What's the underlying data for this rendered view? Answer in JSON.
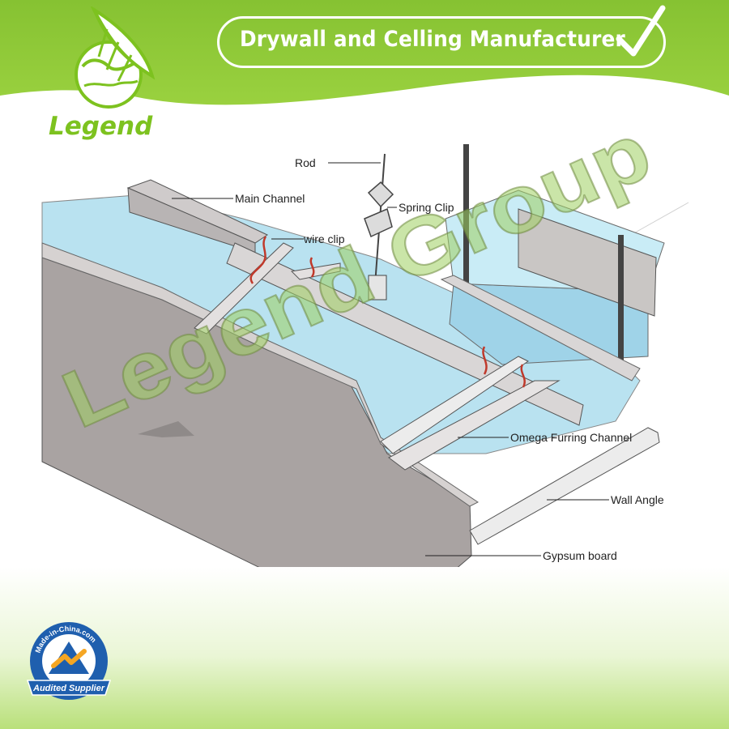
{
  "header": {
    "title": "Drywall and Celling Manufacturer",
    "accent_color": "#8cc63f",
    "check_icon": "checkmark-icon"
  },
  "logo": {
    "brand": "Legend",
    "icon": "leaf-globe-icon"
  },
  "diagram": {
    "labels": {
      "rod": "Rod",
      "main_channel": "Main Channel",
      "spring_clip": "Spring Clip",
      "wire_clip": "wire clip",
      "omega_furring_channel": "Omega Furring Channel",
      "wall_angle": "Wall Angle",
      "gypsum_board": "Gypsum board"
    },
    "colors": {
      "board": "#a9a3a2",
      "duct": "#b9e2f0",
      "channel": "#cfcbcb",
      "clip": "#c0392b"
    }
  },
  "watermark": {
    "text": "Legend Group"
  },
  "badge": {
    "ring_text": "Made-in-China.com",
    "ribbon_text": "Audited Supplier",
    "icon": "audited-supplier-badge-icon"
  }
}
